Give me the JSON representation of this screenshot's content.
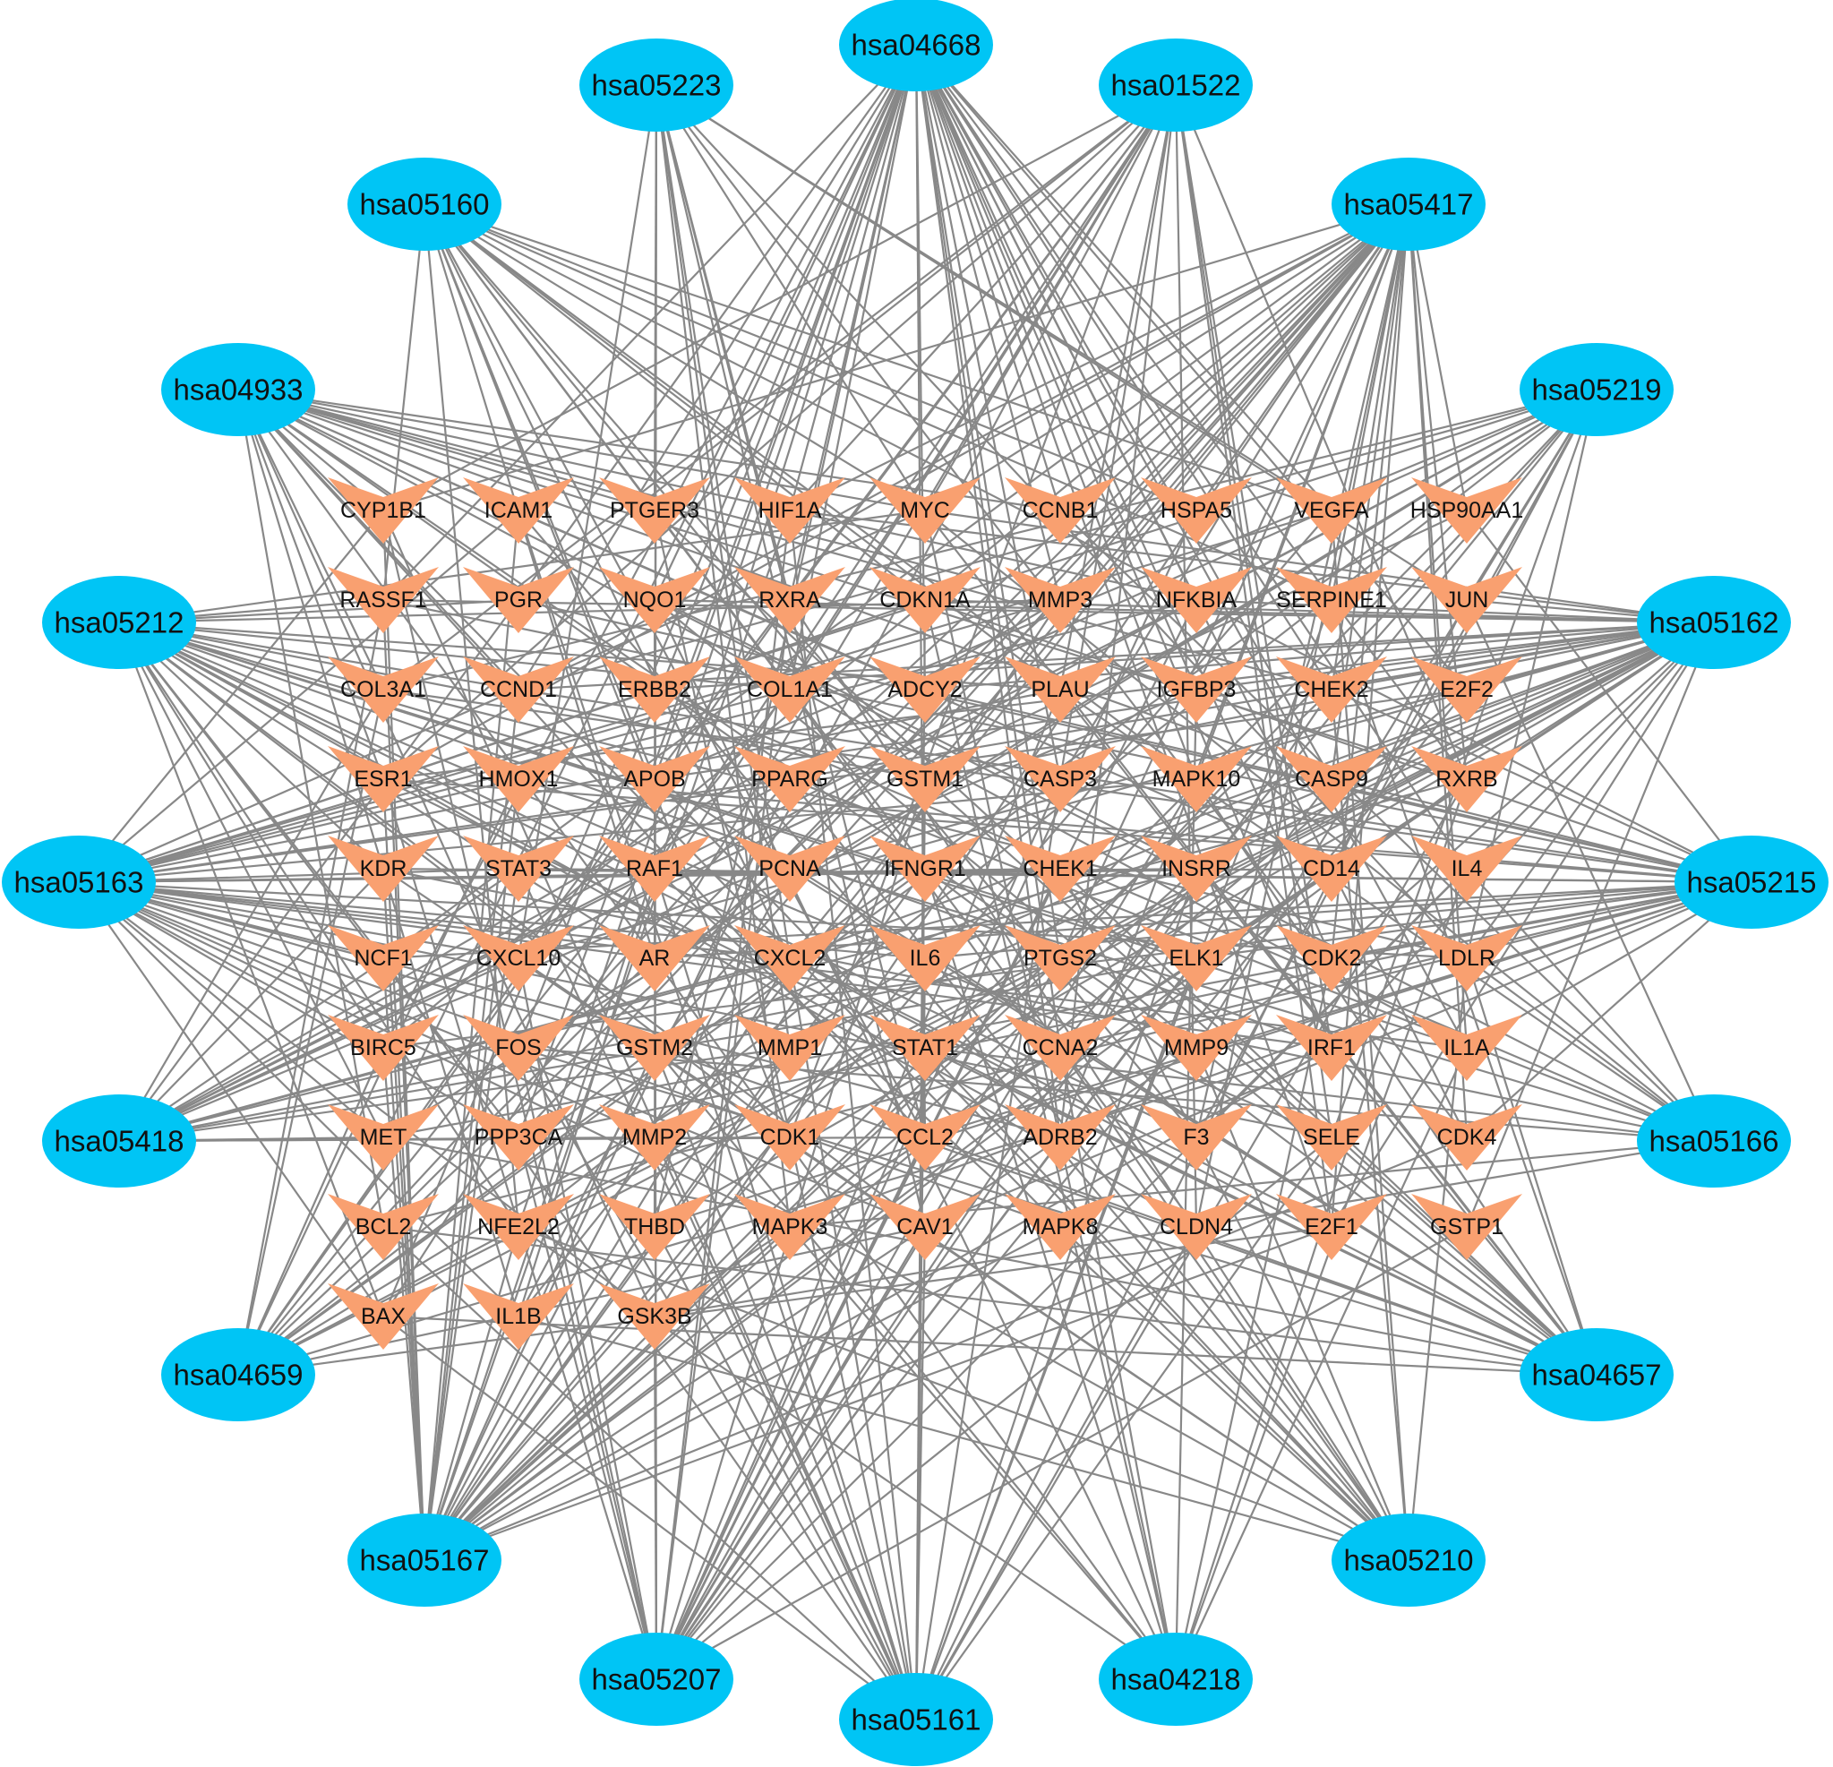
{
  "colors": {
    "pathway_node": "#00C5F5",
    "gene_node": "#F9A070",
    "edge": "#888888",
    "label": "#111111"
  },
  "pathways": [
    {
      "id": "p_04668",
      "label": "hsa04668"
    },
    {
      "id": "p_01522",
      "label": "hsa01522"
    },
    {
      "id": "p_05417",
      "label": "hsa05417"
    },
    {
      "id": "p_05219",
      "label": "hsa05219"
    },
    {
      "id": "p_05162",
      "label": "hsa05162"
    },
    {
      "id": "p_05215",
      "label": "hsa05215"
    },
    {
      "id": "p_05166",
      "label": "hsa05166"
    },
    {
      "id": "p_04657",
      "label": "hsa04657"
    },
    {
      "id": "p_05210",
      "label": "hsa05210"
    },
    {
      "id": "p_04218",
      "label": "hsa04218"
    },
    {
      "id": "p_05161",
      "label": "hsa05161"
    },
    {
      "id": "p_05207",
      "label": "hsa05207"
    },
    {
      "id": "p_05167",
      "label": "hsa05167"
    },
    {
      "id": "p_04659",
      "label": "hsa04659"
    },
    {
      "id": "p_05418",
      "label": "hsa05418"
    },
    {
      "id": "p_05163",
      "label": "hsa05163"
    },
    {
      "id": "p_05212",
      "label": "hsa05212"
    },
    {
      "id": "p_04933",
      "label": "hsa04933"
    },
    {
      "id": "p_05160",
      "label": "hsa05160"
    },
    {
      "id": "p_05223",
      "label": "hsa05223"
    }
  ],
  "gene_rows": [
    [
      "CYP1B1",
      "ICAM1",
      "PTGER3",
      "HIF1A",
      "MYC",
      "CCNB1",
      "HSPA5",
      "VEGFA",
      "HSP90AA1"
    ],
    [
      "RASSF1",
      "PGR",
      "NQO1",
      "RXRA",
      "CDKN1A",
      "MMP3",
      "NFKBIA",
      "SERPINE1",
      "JUN"
    ],
    [
      "COL3A1",
      "CCND1",
      "ERBB2",
      "COL1A1",
      "ADCY2",
      "PLAU",
      "IGFBP3",
      "CHEK2",
      "E2F2"
    ],
    [
      "ESR1",
      "HMOX1",
      "APOB",
      "PPARG",
      "GSTM1",
      "CASP3",
      "MAPK10",
      "CASP9",
      "RXRB"
    ],
    [
      "KDR",
      "STAT3",
      "RAF1",
      "PCNA",
      "IFNGR1",
      "CHEK1",
      "INSRR",
      "CD14",
      "IL4"
    ],
    [
      "NCF1",
      "CXCL10",
      "AR",
      "CXCL2",
      "IL6",
      "PTGS2",
      "ELK1",
      "CDK2",
      "LDLR"
    ],
    [
      "BIRC5",
      "FOS",
      "GSTM2",
      "MMP1",
      "STAT1",
      "CCNA2",
      "MMP9",
      "IRF1",
      "IL1A"
    ],
    [
      "MET",
      "PPP3CA",
      "MMP2",
      "CDK1",
      "CCL2",
      "ADRB2",
      "F3",
      "SELE",
      "CDK4"
    ],
    [
      "BCL2",
      "NFE2L2",
      "THBD",
      "MAPK3",
      "CAV1",
      "MAPK8",
      "CLDN4",
      "E2F1",
      "GSTP1"
    ],
    [
      "BAX",
      "IL1B",
      "GSK3B"
    ]
  ]
}
